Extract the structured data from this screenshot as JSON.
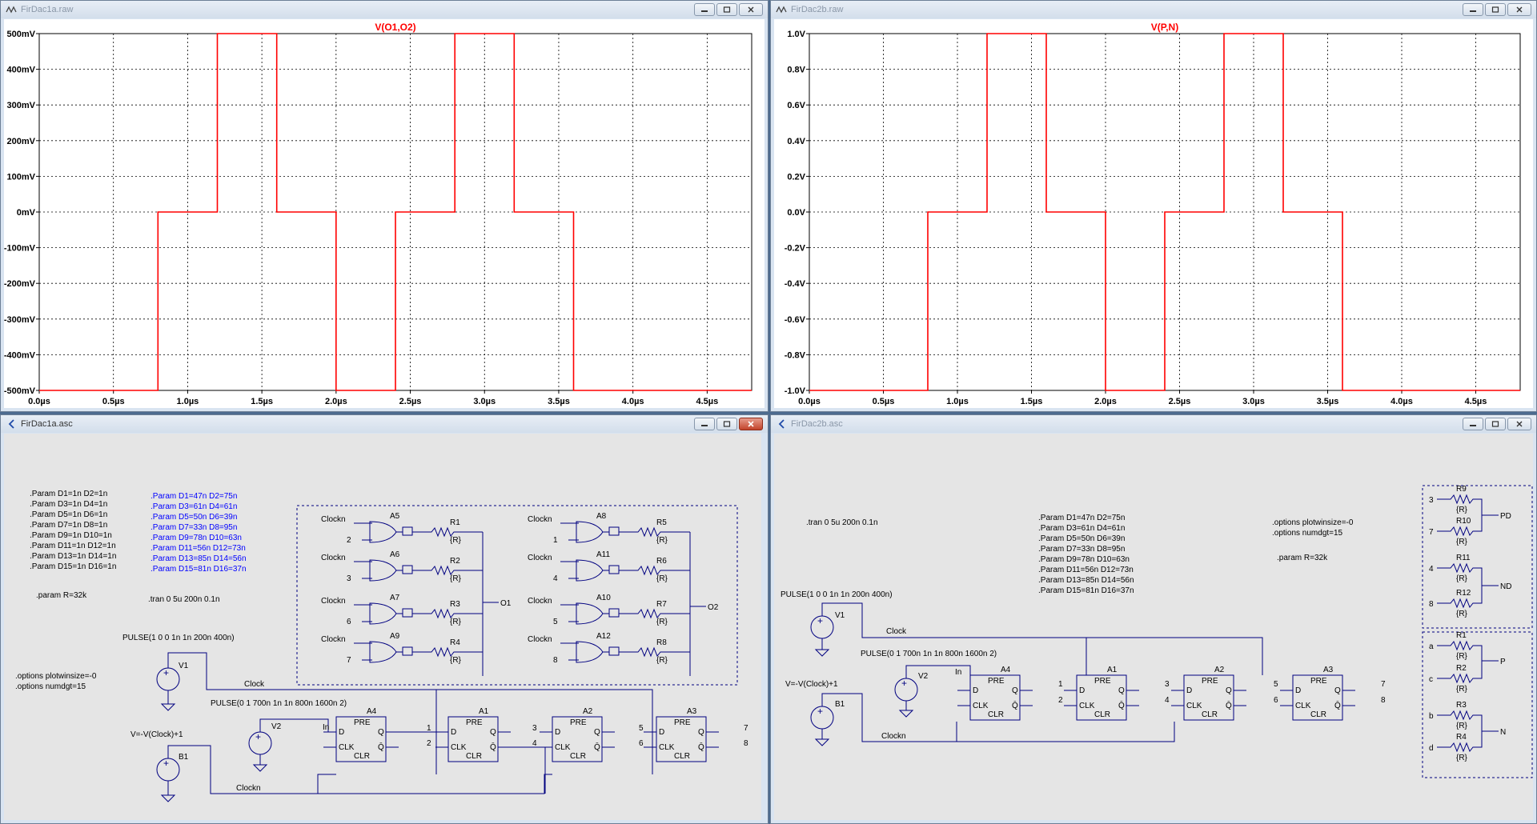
{
  "windows": {
    "plot1": {
      "title": "FirDac1a.raw"
    },
    "plot2": {
      "title": "FirDac2b.raw"
    },
    "schem1": {
      "title": "FirDac1a.asc"
    },
    "schem2": {
      "title": "FirDac2b.asc"
    }
  },
  "icons": {
    "plot_window": "waveform-icon",
    "schematic_window": "schematic-icon",
    "minimize": "minimize-icon",
    "maximize": "maximize-icon",
    "close": "close-icon"
  },
  "colors": {
    "trace": "#ff0000",
    "wire": "#000080",
    "directive": "#000080",
    "directive_blue": "#0000ff"
  },
  "chart_data": [
    {
      "type": "line",
      "title": "V(O1,O2)",
      "xlabel": "",
      "ylabel": "",
      "xlim": [
        0,
        4.8
      ],
      "ylim": [
        -500,
        500
      ],
      "x_unit": "µs",
      "y_unit": "mV",
      "grid": true,
      "x_ticks": [
        "0.0µs",
        "0.5µs",
        "1.0µs",
        "1.5µs",
        "2.0µs",
        "2.5µs",
        "3.0µs",
        "3.5µs",
        "4.0µs",
        "4.5µs"
      ],
      "y_ticks": [
        "500mV",
        "400mV",
        "300mV",
        "200mV",
        "100mV",
        "0mV",
        "-100mV",
        "-200mV",
        "-300mV",
        "-400mV",
        "-500mV"
      ],
      "series": [
        {
          "name": "V(O1,O2)",
          "x": [
            0,
            0.8,
            0.8,
            1.2,
            1.2,
            1.6,
            1.6,
            2.0,
            2.0,
            2.4,
            2.4,
            2.8,
            2.8,
            3.2,
            3.2,
            3.6,
            3.6,
            4.8
          ],
          "y": [
            -500,
            -500,
            0,
            0,
            500,
            500,
            0,
            0,
            -500,
            -500,
            0,
            0,
            500,
            500,
            0,
            0,
            -500,
            -500
          ]
        }
      ]
    },
    {
      "type": "line",
      "title": "V(P,N)",
      "xlabel": "",
      "ylabel": "",
      "xlim": [
        0,
        4.8
      ],
      "ylim": [
        -1.0,
        1.0
      ],
      "x_unit": "µs",
      "y_unit": "V",
      "grid": true,
      "x_ticks": [
        "0.0µs",
        "0.5µs",
        "1.0µs",
        "1.5µs",
        "2.0µs",
        "2.5µs",
        "3.0µs",
        "3.5µs",
        "4.0µs",
        "4.5µs"
      ],
      "y_ticks": [
        "1.0V",
        "0.8V",
        "0.6V",
        "0.4V",
        "0.2V",
        "0.0V",
        "-0.2V",
        "-0.4V",
        "-0.6V",
        "-0.8V",
        "-1.0V"
      ],
      "series": [
        {
          "name": "V(P,N)",
          "x": [
            0,
            0.8,
            0.8,
            1.2,
            1.2,
            1.6,
            1.6,
            2.0,
            2.0,
            2.4,
            2.4,
            2.8,
            2.8,
            3.2,
            3.2,
            3.6,
            3.6,
            4.8
          ],
          "y": [
            -1,
            -1,
            0,
            0,
            1,
            1,
            0,
            0,
            -1,
            -1,
            0,
            0,
            1,
            1,
            0,
            0,
            -1,
            -1
          ]
        }
      ]
    }
  ],
  "schem1": {
    "params_black": [
      ".Param D1=1n D2=1n",
      ".Param D3=1n D4=1n",
      ".Param D5=1n D6=1n",
      ".Param D7=1n D8=1n",
      ".Param D9=1n D10=1n",
      ".Param D11=1n D12=1n",
      ".Param D13=1n D14=1n",
      ".Param D15=1n D16=1n"
    ],
    "params_blue": [
      ".Param D1=47n D2=75n",
      ".Param D3=61n D4=61n",
      ".Param D5=50n D6=39n",
      ".Param D7=33n D8=95n",
      ".Param D9=78n D10=63n",
      ".Param D11=56n D12=73n",
      ".Param D13=85n D14=56n",
      ".Param D15=81n D16=37n"
    ],
    "param_r": ".param R=32k",
    "tran": ".tran 0 5u 200n 0.1n",
    "pulse1": "PULSE(1 0 0 1n 1n 200n 400n)",
    "pulse2": "PULSE(0 1 700n 1n 1n 800n 1600n 2)",
    "bsrc": "V=-V(Clock)+1",
    "options1": ".options plotwinsize=-0",
    "options2": ".options numdgt=15",
    "v1": "V1",
    "v2": "V2",
    "b1": "B1",
    "clock": "Clock",
    "clockn": "Clockn",
    "in": "In",
    "ffs": [
      {
        "name": "A4",
        "pre": "PRE",
        "clr": "CLR",
        "d": "D",
        "clk": "CLK",
        "q": "Q",
        "qb": "Q̄"
      },
      {
        "name": "A1",
        "pre": "PRE",
        "clr": "CLR",
        "d": "D",
        "clk": "CLK",
        "q": "Q",
        "qb": "Q̄"
      },
      {
        "name": "A2",
        "pre": "PRE",
        "clr": "CLR",
        "d": "D",
        "clk": "CLK",
        "q": "Q",
        "qb": "Q̄"
      },
      {
        "name": "A3",
        "pre": "PRE",
        "clr": "CLR",
        "d": "D",
        "clk": "CLK",
        "q": "Q",
        "qb": "Q̄"
      }
    ],
    "nodes": [
      "1",
      "2",
      "3",
      "4",
      "5",
      "6",
      "7",
      "8"
    ],
    "gates_left": [
      {
        "name": "A5",
        "clk": "Clockn",
        "in": "2",
        "r": "R1",
        "rv": "{R}"
      },
      {
        "name": "A6",
        "clk": "Clockn",
        "in": "3",
        "r": "R2",
        "rv": "{R}"
      },
      {
        "name": "A7",
        "clk": "Clockn",
        "in": "6",
        "r": "R3",
        "rv": "{R}"
      },
      {
        "name": "A9",
        "clk": "Clockn",
        "in": "7",
        "r": "R4",
        "rv": "{R}"
      }
    ],
    "gates_right": [
      {
        "name": "A8",
        "clk": "Clockn",
        "in": "1",
        "r": "R5",
        "rv": "{R}"
      },
      {
        "name": "A11",
        "clk": "Clockn",
        "in": "4",
        "r": "R6",
        "rv": "{R}"
      },
      {
        "name": "A10",
        "clk": "Clockn",
        "in": "5",
        "r": "R7",
        "rv": "{R}"
      },
      {
        "name": "A12",
        "clk": "Clockn",
        "in": "8",
        "r": "R8",
        "rv": "{R}"
      }
    ],
    "out1": "O1",
    "out2": "O2"
  },
  "schem2": {
    "tran": ".tran 0 5u 200n 0.1n",
    "params_blue": [
      ".Param D1=47n D2=75n",
      ".Param D3=61n D4=61n",
      ".Param D5=50n D6=39n",
      ".Param D7=33n D8=95n",
      ".Param D9=78n D10=63n",
      ".Param D11=56n D12=73n",
      ".Param D13=85n D14=56n",
      ".Param D15=81n D16=37n"
    ],
    "options1": ".options plotwinsize=-0",
    "options2": ".options numdgt=15",
    "param_r": ".param R=32k",
    "pulse1": "PULSE(1 0 0 1n 1n 200n 400n)",
    "pulse2": "PULSE(0 1 700n 1n 1n 800n 1600n 2)",
    "bsrc": "V=-V(Clock)+1",
    "v1": "V1",
    "v2": "V2",
    "b1": "B1",
    "clock": "Clock",
    "clockn": "Clockn",
    "in": "In",
    "ffs": [
      {
        "name": "A4",
        "pre": "PRE",
        "clr": "CLR",
        "d": "D",
        "clk": "CLK",
        "q": "Q",
        "qb": "Q̄"
      },
      {
        "name": "A1",
        "pre": "PRE",
        "clr": "CLR",
        "d": "D",
        "clk": "CLK",
        "q": "Q",
        "qb": "Q̄"
      },
      {
        "name": "A2",
        "pre": "PRE",
        "clr": "CLR",
        "d": "D",
        "clk": "CLK",
        "q": "Q",
        "qb": "Q̄"
      },
      {
        "name": "A3",
        "pre": "PRE",
        "clr": "CLR",
        "d": "D",
        "clk": "CLK",
        "q": "Q",
        "qb": "Q̄"
      }
    ],
    "nodes": [
      "1",
      "2",
      "3",
      "4",
      "5",
      "6",
      "7",
      "8"
    ],
    "node_letters": [
      "a",
      "b",
      "c",
      "d"
    ],
    "res_top": [
      {
        "name": "R9",
        "rv": "{R}",
        "in": "3"
      },
      {
        "name": "R10",
        "rv": "{R}",
        "in": "7"
      },
      {
        "name": "R11",
        "rv": "{R}",
        "in": "4"
      },
      {
        "name": "R12",
        "rv": "{R}",
        "in": "8"
      }
    ],
    "res_bottom": [
      {
        "name": "R1",
        "rv": "{R}",
        "in": "a"
      },
      {
        "name": "R2",
        "rv": "{R}",
        "in": "c"
      },
      {
        "name": "R3",
        "rv": "{R}",
        "in": "b"
      },
      {
        "name": "R4",
        "rv": "{R}",
        "in": "d"
      }
    ],
    "out_pd": "PD",
    "out_nd": "ND",
    "out_p": "P",
    "out_n": "N"
  }
}
